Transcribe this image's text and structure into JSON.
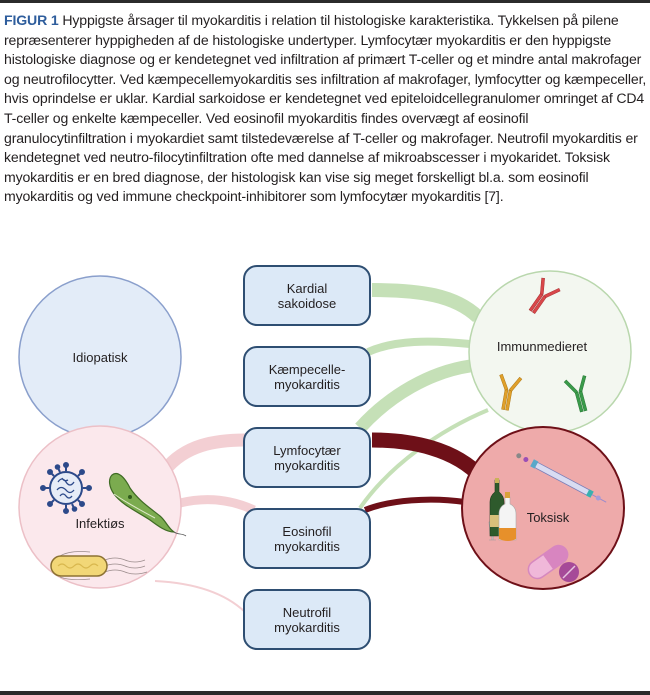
{
  "caption": {
    "label": "FIGUR 1",
    "text": " Hyppigste årsager til myokarditis i relation til histologiske karakteristika. Tykkelsen på pilene repræsenterer hyppigheden af de histologiske undertyper. Lymfocytær myokarditis er den hyppigste histologiske diagnose og er kendetegnet ved infiltration af primært T-celler og et mindre antal makrofager og neutrofilocytter. Ved kæmpecellemyokarditis ses infiltration af makrofager, lymfocytter og kæmpeceller, hvis oprindelse er uklar. Kardial sarkoidose er kendetegnet ved epiteloidcellegranulomer omringet af CD4 T-celler og enkelte kæmpeceller. Ved eosinofil myokarditis findes overvægt af eosinofil granulocytinfiltration i myokardiet samt tilstedeværelse af T-celler og makrofager. Neutrofil myokarditis er kendetegnet ved neutro-filocytinfiltration ofte med dannelse af mikroabscesser i myokaridet. Toksisk myokarditis er en bred diagnose, der histologisk kan vise sig meget forskelligt bl.a. som eosinofil myokarditis og ved immune checkpoint-inhibitorer som lymfocytær myokarditis [7]."
  },
  "causes": {
    "idiopatisk": {
      "label": "Idiopatisk",
      "color": "#e3ecf8",
      "stroke": "#7d93c4"
    },
    "infektios": {
      "label": "Infektiøs",
      "color": "#fbe8ec",
      "stroke": "#ecc0c7",
      "icons": [
        "virus-icon",
        "protozoa-icon",
        "bacterium-icon"
      ]
    },
    "immunmedieret": {
      "label": "Immunmedieret",
      "color": "#f1f6ee",
      "stroke": "#b9d7ad",
      "icons": [
        "antibody-red-icon",
        "antibody-orange-icon",
        "antibody-green-icon"
      ]
    },
    "toksisk": {
      "label": "Toksisk",
      "color": "#eeaaaa",
      "stroke": "#6e1018",
      "icons": [
        "syringe-icon",
        "alcohol-bottles-icon",
        "pills-icon"
      ]
    }
  },
  "histology": [
    {
      "id": "kardial",
      "line1": "Kardial",
      "line2": "sakoidose"
    },
    {
      "id": "kaempecelle",
      "line1": "Kæmpecelle-",
      "line2": "myokarditis"
    },
    {
      "id": "lymfocytaer",
      "line1": "Lymfocytær",
      "line2": "myokarditis"
    },
    {
      "id": "eosinofil",
      "line1": "Eosinofil",
      "line2": "myokarditis"
    },
    {
      "id": "neutrofil",
      "line1": "Neutrofil",
      "line2": "myokarditis"
    }
  ],
  "connections": [
    {
      "from": "immunmedieret",
      "to": "kardial",
      "frequency": "high",
      "color": "#c5e0b7"
    },
    {
      "from": "immunmedieret",
      "to": "kaempecelle",
      "frequency": "medium",
      "color": "#c5e0b7"
    },
    {
      "from": "immunmedieret",
      "to": "lymfocytaer",
      "frequency": "high",
      "color": "#c5e0b7"
    },
    {
      "from": "immunmedieret",
      "to": "eosinofil",
      "frequency": "low",
      "color": "#c5e0b7"
    },
    {
      "from": "infektios",
      "to": "lymfocytaer",
      "frequency": "high",
      "color": "#f3cfd3"
    },
    {
      "from": "infektios",
      "to": "eosinofil",
      "frequency": "medium",
      "color": "#f3cfd3"
    },
    {
      "from": "infektios",
      "to": "neutrofil",
      "frequency": "low",
      "color": "#f3cfd3"
    },
    {
      "from": "toksisk",
      "to": "lymfocytaer",
      "frequency": "high",
      "color": "#6e1018"
    },
    {
      "from": "toksisk",
      "to": "eosinofil",
      "frequency": "medium",
      "color": "#6e1018"
    }
  ]
}
